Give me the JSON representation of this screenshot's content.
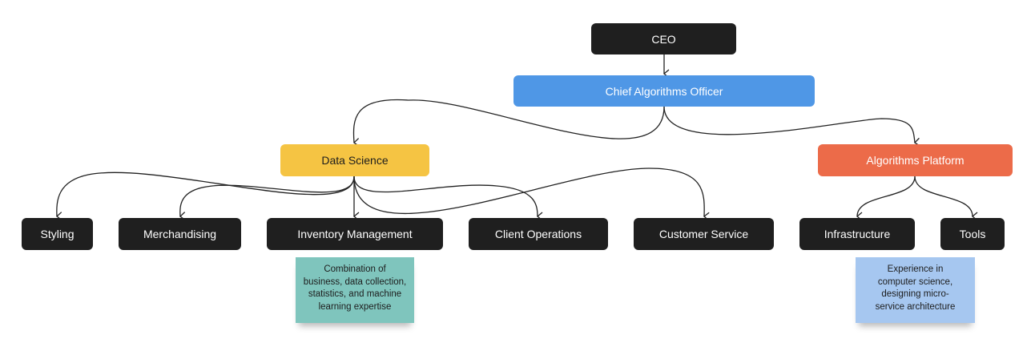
{
  "diagram": {
    "nodes": {
      "ceo": "CEO",
      "cao": "Chief Algorithms Officer",
      "data_science": "Data Science",
      "algorithms_platform": "Algorithms Platform",
      "styling": "Styling",
      "merchandising": "Merchandising",
      "inventory_management": "Inventory Management",
      "client_operations": "Client Operations",
      "customer_service": "Customer Service",
      "infrastructure": "Infrastructure",
      "tools": "Tools"
    },
    "colors": {
      "dark_node": "#1f1f1f",
      "cao": "#4f97e6",
      "data_science": "#f5c443",
      "algorithms_platform": "#ec6b49",
      "note_data_science": "#7fc5bd",
      "note_platform": "#a6c7f0",
      "connector": "#222222"
    },
    "notes": {
      "data_science_note": [
        "Combination of",
        "business, data collection,",
        "statistics, and machine",
        "learning expertise"
      ],
      "platform_note": [
        "Experience in",
        "computer science,",
        "designing micro-",
        "service architecture"
      ]
    }
  }
}
